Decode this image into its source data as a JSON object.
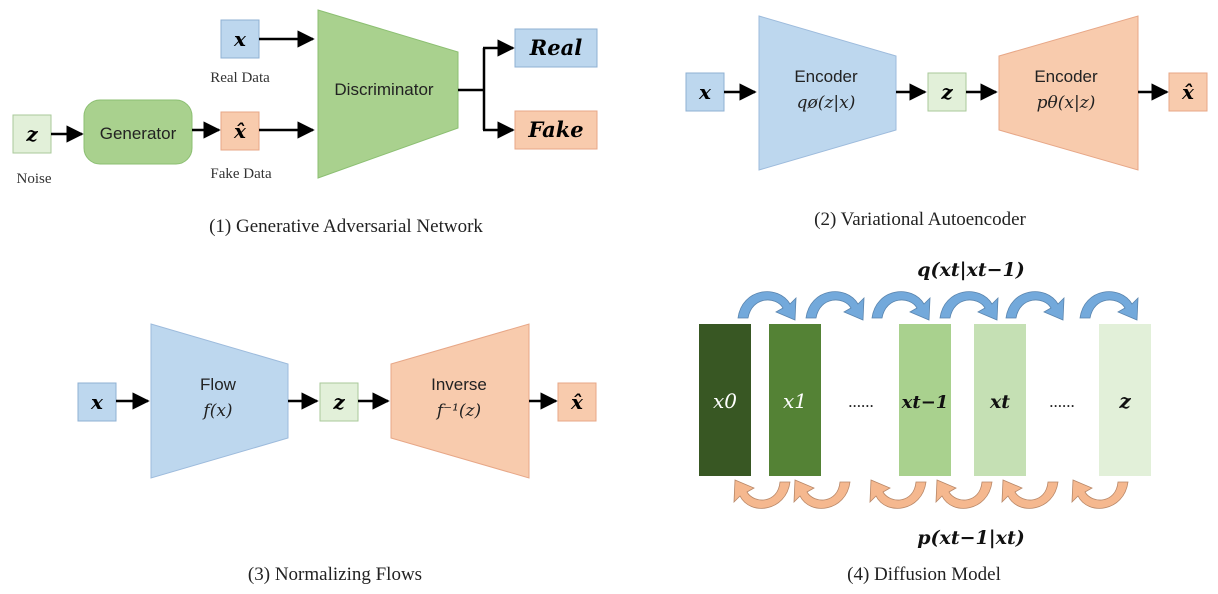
{
  "colors": {
    "blue_fill": "#bdd7ee",
    "blue_stroke": "#8fb0d3",
    "green_light_fill": "#e2f0d9",
    "green_fill": "#a9d18e",
    "green_stroke": "#7fb36a",
    "orange_fill": "#f8cbad",
    "orange_stroke": "#e7a787",
    "dark_green_0": "#385723",
    "dark_green_1": "#548235",
    "green_t1": "#a9d18e",
    "green_t": "#c5e0b4",
    "green_z": "#e2f0d9",
    "arrow_blue": "#5b9bd5",
    "arrow_orange": "#f4b183"
  },
  "gan": {
    "input_x": "x",
    "real_data_label": "Real Data",
    "noise_z": "z",
    "noise_label": "Noise",
    "generator_label": "Generator",
    "fake_x_hat": "x̂",
    "fake_data_label": "Fake Data",
    "discriminator_label": "Discriminator",
    "real_output": "Real",
    "fake_output": "Fake",
    "caption": "(1) Generative Adversarial Network"
  },
  "vae": {
    "input_x": "x",
    "encoder_title": "Encoder",
    "encoder_formula": "qø(z|x)",
    "latent_z": "z",
    "decoder_title": "Encoder",
    "decoder_formula": "pθ(x|z)",
    "output_x_hat": "x̂",
    "caption": "(2) Variational Autoencoder"
  },
  "flow": {
    "input_x": "x",
    "flow_title": "Flow",
    "flow_formula": "f(x)",
    "latent_z": "z",
    "inverse_title": "Inverse",
    "inverse_formula": "f⁻¹(z)",
    "output_x_hat": "x̂",
    "caption": "(3) Normalizing Flows"
  },
  "diffusion": {
    "forward_label": "q(xt|xt−1)",
    "reverse_label": "p(xt−1|xt)",
    "steps": [
      "x0",
      "x1",
      "......",
      "xt−1",
      "xt",
      "......",
      "z"
    ],
    "caption": "(4) Diffusion Model"
  }
}
